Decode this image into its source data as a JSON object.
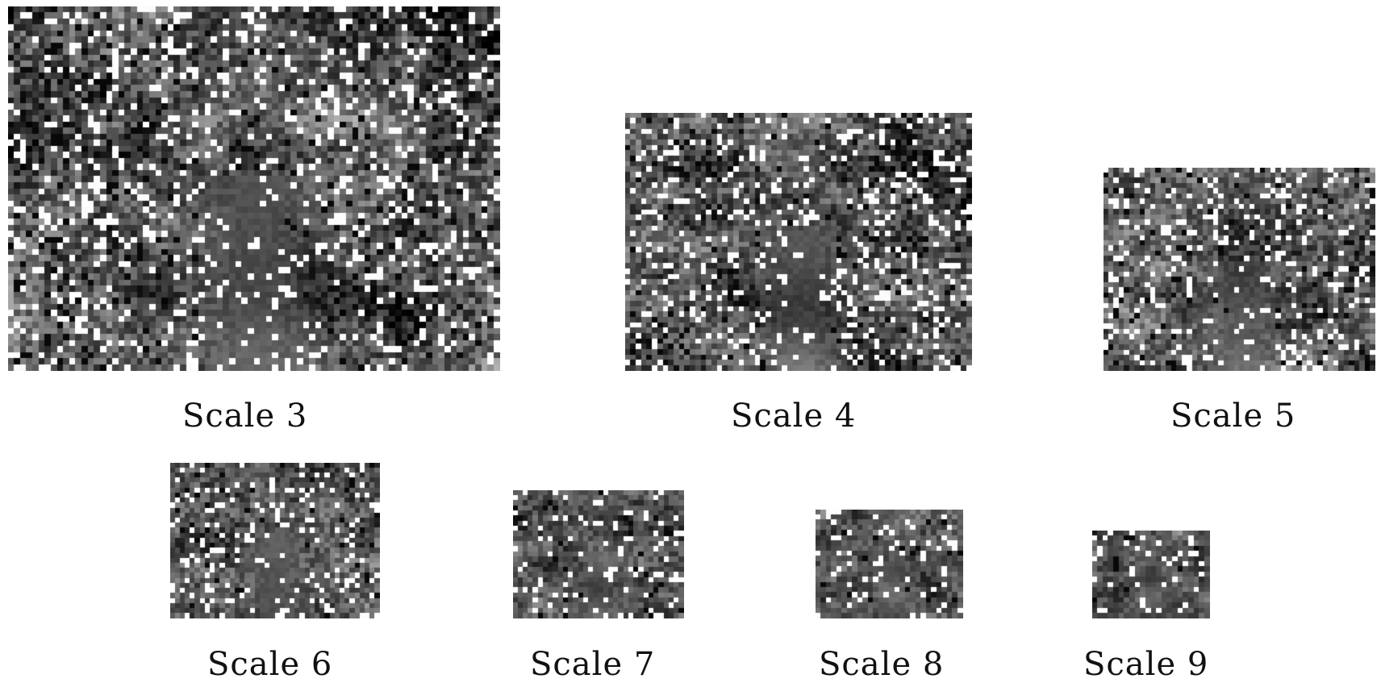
{
  "scales": [
    {
      "label": "Scale 3",
      "grid_cols": 80,
      "grid_rows": 60,
      "detail": 1.0
    },
    {
      "label": "Scale 4",
      "grid_cols": 64,
      "grid_rows": 48,
      "detail": 0.9
    },
    {
      "label": "Scale 5",
      "grid_cols": 52,
      "grid_rows": 39,
      "detail": 0.8
    },
    {
      "label": "Scale 6",
      "grid_cols": 42,
      "grid_rows": 31,
      "detail": 0.7
    },
    {
      "label": "Scale 7",
      "grid_cols": 34,
      "grid_rows": 25,
      "detail": 0.6
    },
    {
      "label": "Scale 8",
      "grid_cols": 28,
      "grid_rows": 21,
      "detail": 0.52
    },
    {
      "label": "Scale 9",
      "grid_cols": 22,
      "grid_rows": 17,
      "detail": 0.45
    }
  ],
  "colors": {
    "background": "#ffffff",
    "pixel_dark": "#101010",
    "pixel_light": "#f2f2f2"
  }
}
